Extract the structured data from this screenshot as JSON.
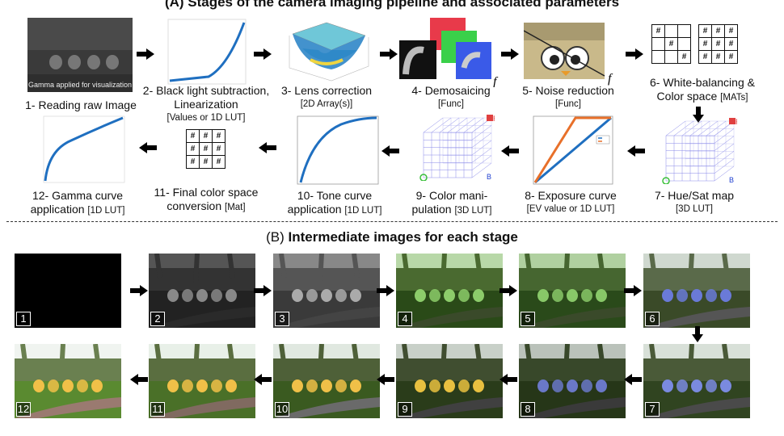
{
  "section_a_title": "(A) Stages of the camera imaging pipeline and associated parameters",
  "section_b_prefix": "(B)",
  "section_b_title": "Intermediate images for each stage",
  "raw_caption": "Gamma applied for visualization",
  "func_symbol": "f",
  "stages": [
    {
      "n": "1",
      "label": "1- Reading raw Image",
      "sub": ""
    },
    {
      "n": "2",
      "label": "2- Black light subtraction,",
      "label2": "Linearization",
      "sub": "[Values or 1D LUT]"
    },
    {
      "n": "3",
      "label": "3- Lens correction",
      "sub": "[2D Array(s)]"
    },
    {
      "n": "4",
      "label": "4- Demosaicing",
      "sub": "[Func]"
    },
    {
      "n": "5",
      "label": "5- Noise reduction",
      "sub": "[Func]"
    },
    {
      "n": "6",
      "label": "6- White-balancing &",
      "label2": "Color space",
      "sub": "[MATs]"
    },
    {
      "n": "7",
      "label": "7- Hue/Sat map",
      "sub": "[3D LUT]"
    },
    {
      "n": "8",
      "label": "8- Exposure curve",
      "sub": "[EV value or 1D LUT]"
    },
    {
      "n": "9",
      "label": "9- Color mani-",
      "label2": "pulation",
      "sub": "[3D LUT]"
    },
    {
      "n": "10",
      "label": "10- Tone curve",
      "label2": "application",
      "sub": "[1D LUT]"
    },
    {
      "n": "11",
      "label": "11- Final color space",
      "label2": "conversion",
      "sub": "[Mat]"
    },
    {
      "n": "12",
      "label": "12- Gamma curve",
      "label2": "application",
      "sub": "[1D LUT]"
    }
  ],
  "matrix_cell": "#",
  "cube_labels": {
    "r": "R",
    "b": "B"
  },
  "colors": {
    "curve": "#1f6fc0",
    "orange": "#e8702a",
    "cube": "#8a8ae8",
    "grass_dark": "#2b3a20",
    "sky": "#7a8a7a"
  }
}
